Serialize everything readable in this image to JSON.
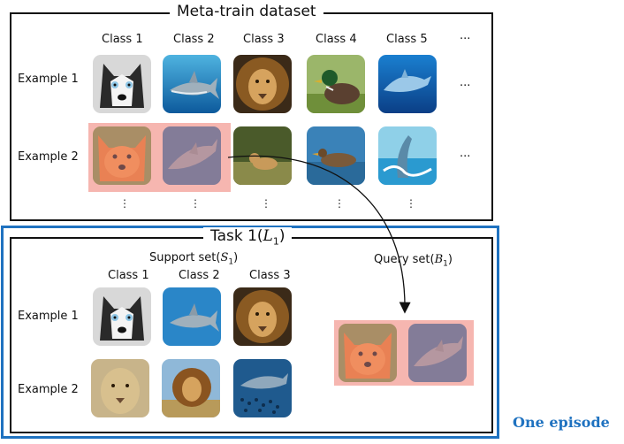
{
  "meta_train": {
    "title": "Meta-train dataset",
    "class_labels": [
      "Class 1",
      "Class 2",
      "Class 3",
      "Class 4",
      "Class 5"
    ],
    "more_columns": "···",
    "example_labels": [
      "Example 1",
      "Example 2"
    ],
    "more_rows": "⋮",
    "row1_images": [
      "husky",
      "shark",
      "lion",
      "duck",
      "dolphin"
    ],
    "row2_images": [
      "dog",
      "shark",
      "lion-cub",
      "duck",
      "dolphin"
    ]
  },
  "task": {
    "title_prefix": "Task 1(",
    "title_var": "L",
    "title_sub": "1",
    "title_suffix": ")",
    "support_prefix": "Support set(",
    "support_var": "S",
    "support_sub": "1",
    "support_suffix": ")",
    "query_prefix": "Query set(",
    "query_var": "B",
    "query_sub": "1",
    "query_suffix": ")",
    "class_labels": [
      "Class 1",
      "Class 2",
      "Class 3"
    ],
    "example_labels": [
      "Example 1",
      "Example 2"
    ],
    "row1_images": [
      "husky",
      "shark",
      "lion"
    ],
    "row2_images": [
      "lioness",
      "lion",
      "shark-school"
    ],
    "query_images": [
      "dog",
      "shark"
    ]
  },
  "episode_label": "One episode",
  "colors": {
    "episode_blue": "#1f72c0",
    "selection_pink": "#f6b6b0",
    "frame_black": "#111111"
  }
}
